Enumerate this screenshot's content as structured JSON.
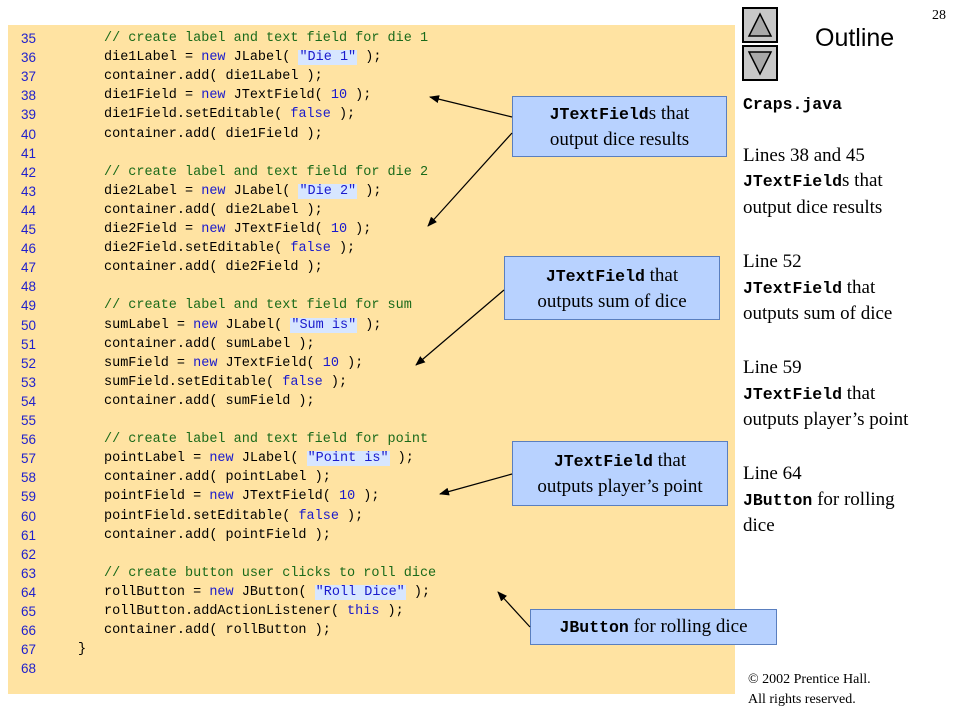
{
  "slide_number": "28",
  "outline": {
    "title": "Outline",
    "prev_icon": "triangle-up-icon",
    "next_icon": "triangle-down-icon"
  },
  "code": {
    "lines": [
      {
        "num": "35",
        "indent": 2,
        "tokens": [
          {
            "t": "comment",
            "s": "// create label and text field for die 1"
          }
        ]
      },
      {
        "num": "36",
        "indent": 2,
        "tokens": [
          {
            "t": "code",
            "s": "die1Label = "
          },
          {
            "t": "keyword",
            "s": "new"
          },
          {
            "t": "code",
            "s": " JLabel( "
          },
          {
            "t": "string",
            "s": "\"Die 1\""
          },
          {
            "t": "code",
            "s": " );"
          }
        ]
      },
      {
        "num": "37",
        "indent": 2,
        "tokens": [
          {
            "t": "code",
            "s": "container.add( die1Label );"
          }
        ]
      },
      {
        "num": "38",
        "indent": 2,
        "tokens": [
          {
            "t": "code",
            "s": "die1Field = "
          },
          {
            "t": "keyword",
            "s": "new"
          },
          {
            "t": "code",
            "s": " JTextField( "
          },
          {
            "t": "keyword",
            "s": "10"
          },
          {
            "t": "code",
            "s": " );"
          }
        ]
      },
      {
        "num": "39",
        "indent": 2,
        "tokens": [
          {
            "t": "code",
            "s": "die1Field.setEditable( "
          },
          {
            "t": "keyword",
            "s": "false"
          },
          {
            "t": "code",
            "s": " );"
          }
        ]
      },
      {
        "num": "40",
        "indent": 2,
        "tokens": [
          {
            "t": "code",
            "s": "container.add( die1Field );"
          }
        ]
      },
      {
        "num": "41",
        "indent": 0,
        "tokens": []
      },
      {
        "num": "42",
        "indent": 2,
        "tokens": [
          {
            "t": "comment",
            "s": "// create label and text field for die 2"
          }
        ]
      },
      {
        "num": "43",
        "indent": 2,
        "tokens": [
          {
            "t": "code",
            "s": "die2Label = "
          },
          {
            "t": "keyword",
            "s": "new"
          },
          {
            "t": "code",
            "s": " JLabel( "
          },
          {
            "t": "string",
            "s": "\"Die 2\""
          },
          {
            "t": "code",
            "s": " );"
          }
        ]
      },
      {
        "num": "44",
        "indent": 2,
        "tokens": [
          {
            "t": "code",
            "s": "container.add( die2Label );"
          }
        ]
      },
      {
        "num": "45",
        "indent": 2,
        "tokens": [
          {
            "t": "code",
            "s": "die2Field = "
          },
          {
            "t": "keyword",
            "s": "new"
          },
          {
            "t": "code",
            "s": " JTextField( "
          },
          {
            "t": "keyword",
            "s": "10"
          },
          {
            "t": "code",
            "s": " );"
          }
        ]
      },
      {
        "num": "46",
        "indent": 2,
        "tokens": [
          {
            "t": "code",
            "s": "die2Field.setEditable( "
          },
          {
            "t": "keyword",
            "s": "false"
          },
          {
            "t": "code",
            "s": " );"
          }
        ]
      },
      {
        "num": "47",
        "indent": 2,
        "tokens": [
          {
            "t": "code",
            "s": "container.add( die2Field );"
          }
        ]
      },
      {
        "num": "48",
        "indent": 0,
        "tokens": []
      },
      {
        "num": "49",
        "indent": 2,
        "tokens": [
          {
            "t": "comment",
            "s": "// create label and text field for sum"
          }
        ]
      },
      {
        "num": "50",
        "indent": 2,
        "tokens": [
          {
            "t": "code",
            "s": "sumLabel = "
          },
          {
            "t": "keyword",
            "s": "new"
          },
          {
            "t": "code",
            "s": " JLabel( "
          },
          {
            "t": "string",
            "s": "\"Sum is\""
          },
          {
            "t": "code",
            "s": " );"
          }
        ]
      },
      {
        "num": "51",
        "indent": 2,
        "tokens": [
          {
            "t": "code",
            "s": "container.add( sumLabel );"
          }
        ]
      },
      {
        "num": "52",
        "indent": 2,
        "tokens": [
          {
            "t": "code",
            "s": "sumField = "
          },
          {
            "t": "keyword",
            "s": "new"
          },
          {
            "t": "code",
            "s": " JTextField( "
          },
          {
            "t": "keyword",
            "s": "10"
          },
          {
            "t": "code",
            "s": " );"
          }
        ]
      },
      {
        "num": "53",
        "indent": 2,
        "tokens": [
          {
            "t": "code",
            "s": "sumField.setEditable( "
          },
          {
            "t": "keyword",
            "s": "false"
          },
          {
            "t": "code",
            "s": " );"
          }
        ]
      },
      {
        "num": "54",
        "indent": 2,
        "tokens": [
          {
            "t": "code",
            "s": "container.add( sumField );"
          }
        ]
      },
      {
        "num": "55",
        "indent": 0,
        "tokens": []
      },
      {
        "num": "56",
        "indent": 2,
        "tokens": [
          {
            "t": "comment",
            "s": "// create label and text field for point"
          }
        ]
      },
      {
        "num": "57",
        "indent": 2,
        "tokens": [
          {
            "t": "code",
            "s": "pointLabel = "
          },
          {
            "t": "keyword",
            "s": "new"
          },
          {
            "t": "code",
            "s": " JLabel( "
          },
          {
            "t": "string",
            "s": "\"Point is\""
          },
          {
            "t": "code",
            "s": " );"
          }
        ]
      },
      {
        "num": "58",
        "indent": 2,
        "tokens": [
          {
            "t": "code",
            "s": "container.add( pointLabel );"
          }
        ]
      },
      {
        "num": "59",
        "indent": 2,
        "tokens": [
          {
            "t": "code",
            "s": "pointField = "
          },
          {
            "t": "keyword",
            "s": "new"
          },
          {
            "t": "code",
            "s": " JTextField( "
          },
          {
            "t": "keyword",
            "s": "10"
          },
          {
            "t": "code",
            "s": " );"
          }
        ]
      },
      {
        "num": "60",
        "indent": 2,
        "tokens": [
          {
            "t": "code",
            "s": "pointField.setEditable( "
          },
          {
            "t": "keyword",
            "s": "false"
          },
          {
            "t": "code",
            "s": " );"
          }
        ]
      },
      {
        "num": "61",
        "indent": 2,
        "tokens": [
          {
            "t": "code",
            "s": "container.add( pointField );"
          }
        ]
      },
      {
        "num": "62",
        "indent": 0,
        "tokens": []
      },
      {
        "num": "63",
        "indent": 2,
        "tokens": [
          {
            "t": "comment",
            "s": "// create button user clicks to roll dice"
          }
        ]
      },
      {
        "num": "64",
        "indent": 2,
        "tokens": [
          {
            "t": "code",
            "s": "rollButton = "
          },
          {
            "t": "keyword",
            "s": "new"
          },
          {
            "t": "code",
            "s": " JButton( "
          },
          {
            "t": "string",
            "s": "\"Roll Dice\""
          },
          {
            "t": "code",
            "s": " );"
          }
        ]
      },
      {
        "num": "65",
        "indent": 2,
        "tokens": [
          {
            "t": "code",
            "s": "rollButton.addActionListener( "
          },
          {
            "t": "keyword",
            "s": "this"
          },
          {
            "t": "code",
            "s": " );"
          }
        ]
      },
      {
        "num": "66",
        "indent": 2,
        "tokens": [
          {
            "t": "code",
            "s": "container.add( rollButton );"
          }
        ]
      },
      {
        "num": "67",
        "indent": 1,
        "tokens": [
          {
            "t": "code",
            "s": "}"
          }
        ]
      },
      {
        "num": "68",
        "indent": 0,
        "tokens": []
      }
    ]
  },
  "callouts": {
    "dice": {
      "mono": "JTextField",
      "rest": "s that",
      "line2": "output dice results"
    },
    "sum": {
      "mono": "JTextField",
      "rest": " that",
      "line2": "outputs sum of dice"
    },
    "point": {
      "mono": "JTextField",
      "rest": " that",
      "line2": "outputs player’s point"
    },
    "button": {
      "mono": "JButton",
      "rest": " for rolling dice"
    }
  },
  "notes": {
    "filename": "Craps.java",
    "items": [
      {
        "line1": "Lines 38 and 45",
        "mono": "JTextField",
        "rest": "s that",
        "line3": "output dice results"
      },
      {
        "line1": "Line 52",
        "mono": "JTextField",
        "rest": " that",
        "line3": "outputs sum of dice"
      },
      {
        "line1": "Line 59",
        "mono": "JTextField",
        "rest": " that",
        "line3": "outputs player’s point"
      },
      {
        "line1": "Line 64",
        "mono": "JButton",
        "rest": " for rolling",
        "line3": "dice"
      }
    ]
  },
  "copyright": {
    "line1": "© 2002 Prentice Hall.",
    "line2": "All rights reserved."
  },
  "colors": {
    "code_background": "#ffe3a2",
    "callout_background": "#b8d2ff",
    "line_number": "#1f1fcc",
    "comment": "#1a6a1a",
    "keyword": "#1a1acc"
  }
}
